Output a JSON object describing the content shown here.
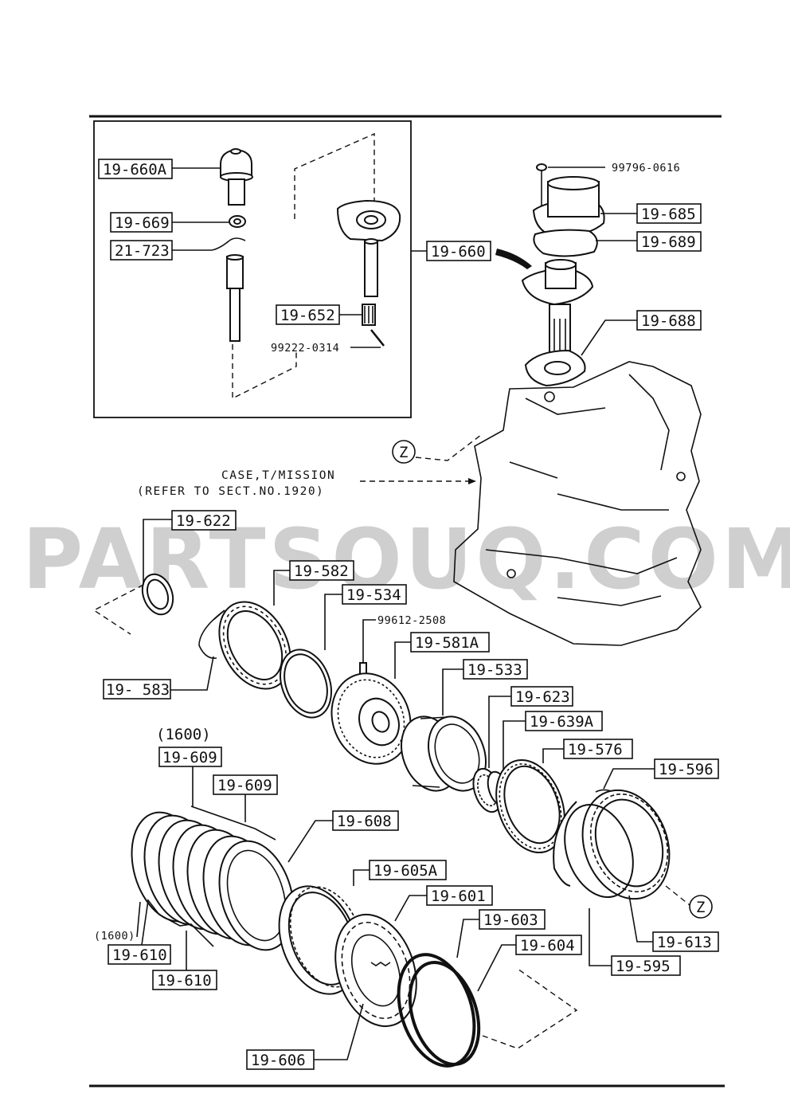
{
  "watermark": "PARTSOUQ.COM",
  "inset_labels": {
    "p19_660A": "19-660A",
    "p19_669": "19-669",
    "p21_723": "21-723",
    "p19_652": "19-652",
    "b99222_0314": "99222-0314"
  },
  "labels": {
    "p19_660": "19-660",
    "b99796_0616": "99796-0616",
    "p19_685": "19-685",
    "p19_689": "19-689",
    "p19_688": "19-688",
    "p19_622": "19-622",
    "p19_582": "19-582",
    "p19_534": "19-534",
    "b99612_2508": "99612-2508",
    "p19_581A": "19-581A",
    "p19_583": "19- 583",
    "p19_533": "19-533",
    "p19_623": "19-623",
    "p19_639A": "19-639A",
    "p19_576": "19-576",
    "p19_596": "19-596",
    "p19_609a": "19-609",
    "p19_609b": "19-609",
    "p19_608": "19-608",
    "p19_605A": "19-605A",
    "p19_601": "19-601",
    "p19_603": "19-603",
    "p19_604": "19-604",
    "p19_610a": "19-610",
    "p19_610b": "19-610",
    "p19_606": "19-606",
    "p19_613": "19-613",
    "p19_595": "19-595"
  },
  "notes": {
    "case_line1": "CASE,T/MISSION",
    "case_line2": "(REFER TO SECT.NO.1920)",
    "variant_1600_top": "(1600)",
    "variant_1600_left": "(1600)",
    "ref_z_1": "Z",
    "ref_z_2": "Z"
  }
}
